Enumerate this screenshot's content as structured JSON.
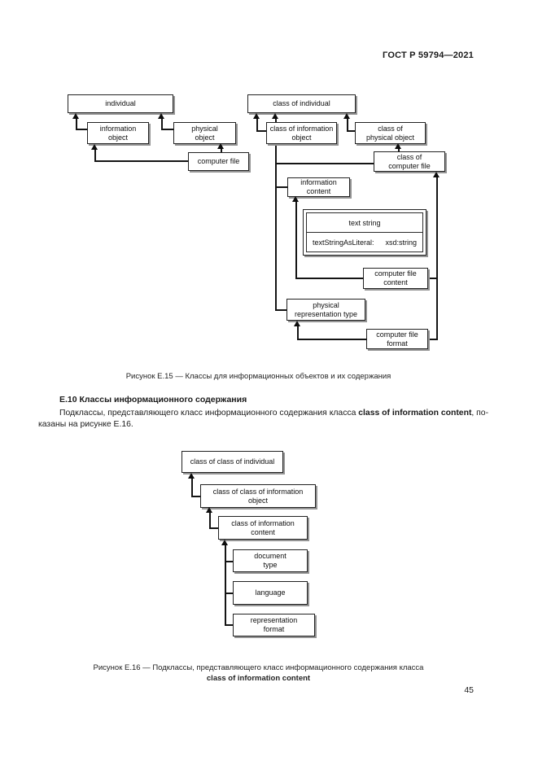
{
  "page": {
    "header": "ГОСТ Р 59794—2021",
    "page_number": "45"
  },
  "figure_e15": {
    "caption": "Рисунок Е.15 — Классы для информационных объектов и их содержания",
    "nodes": {
      "individual": "individual",
      "information_object": "information\nobject",
      "physical_object": "physical\nobject",
      "computer_file": "computer file",
      "class_of_individual": "class of individual",
      "class_of_information_object": "class of information\nobject",
      "class_of_physical_object": "class of\nphysical object",
      "class_of_computer_file": "class of\ncomputer file",
      "information_content": "information\ncontent",
      "text_string": "text string",
      "text_string_attr_name": "textStringAsLiteral:",
      "text_string_attr_type": "xsd:string",
      "computer_file_content": "computer file\ncontent",
      "physical_representation_type": "physical\nrepresentation type",
      "computer_file_format": "computer file\nformat"
    }
  },
  "section_e10": {
    "heading": "Е.10 Классы информационного содержания",
    "para_line1_before": "Подклассы, представляющего класс информационного содержания класса ",
    "para_line1_bold": "class of information content",
    "para_line1_after": ", по-",
    "para_line2": "казаны на рисунке Е.16."
  },
  "figure_e16": {
    "caption_line1": "Рисунок Е.16 — Подклассы, представляющего класс информационного содержания класса",
    "caption_line2": "class of information content",
    "nodes": {
      "class_of_class_of_individual": "class of class of individual",
      "class_of_class_of_information_object": "class of class of information\nobject",
      "class_of_information_content": "class of information\ncontent",
      "document_type": "document\ntype",
      "language": "language",
      "representation_format": "representation\nformat"
    }
  }
}
